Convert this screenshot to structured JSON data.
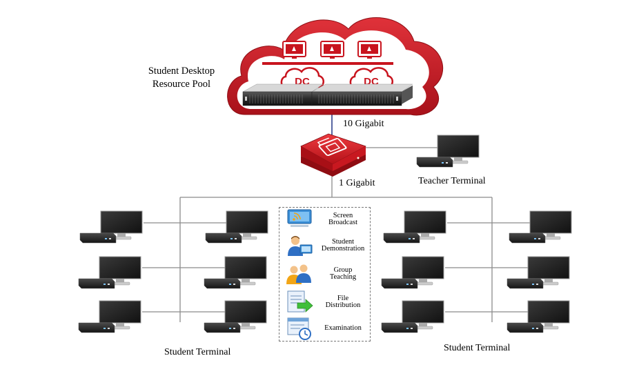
{
  "labels": {
    "pool": "Student Desktop\nResource Pool",
    "link_10g": "10 Gigabit",
    "link_1g": "1 Gigabit",
    "teacher": "Teacher Terminal",
    "student_left": "Student Terminal",
    "student_right": "Student Terminal"
  },
  "server_badges": [
    "DC",
    "DC"
  ],
  "features": [
    {
      "label": "Screen\nBroadcast",
      "icon": "screen-broadcast-icon"
    },
    {
      "label": "Student\nDemonstration",
      "icon": "student-demonstration-icon"
    },
    {
      "label": "Group\nTeaching",
      "icon": "group-teaching-icon"
    },
    {
      "label": "File\nDistribution",
      "icon": "file-distribution-icon"
    },
    {
      "label": "Examination",
      "icon": "examination-icon"
    }
  ],
  "colors": {
    "accent": "#c8141e",
    "line": "#888888",
    "uplink": "#2e3f8a"
  }
}
